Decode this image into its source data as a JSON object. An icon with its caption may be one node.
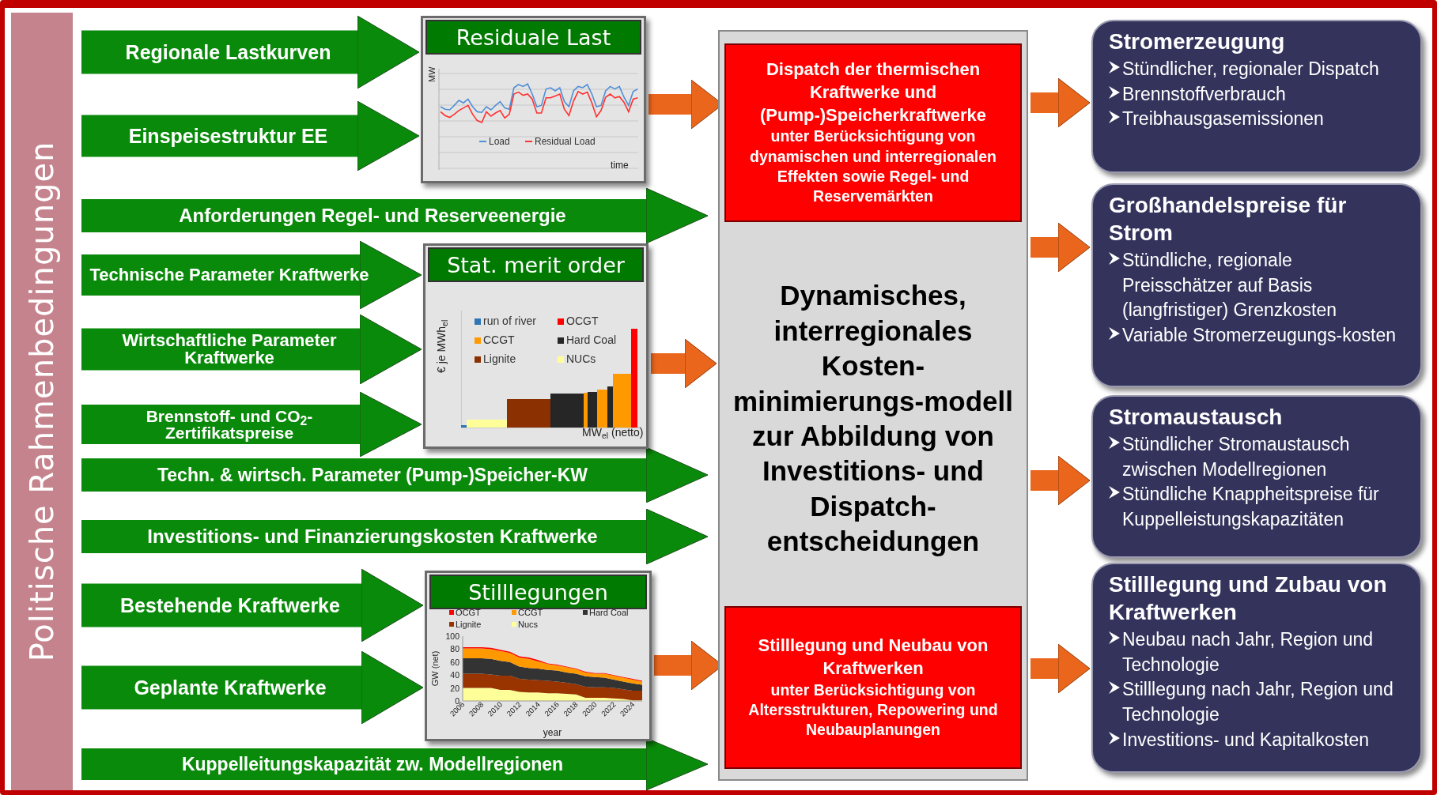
{
  "diagram": {
    "nodes": [
      {
        "text": [
          "Politische Rahmenbedingungen"
        ]
      },
      {
        "text": [
          "Residuale Last"
        ]
      },
      {
        "text": [
          "Stat. merit order"
        ]
      },
      {
        "text": [
          "Stilllegungen"
        ]
      },
      {
        "text": [
          "Dynamisches, interregionales Kosten-minimierungs-modell zur Abbildung von Investitions- und Dispatch-entscheidungen"
        ]
      },
      {
        "text": [
          "Dispatch der thermischen Kraftwerke und (Pump-)Speicherkraftwerke",
          "unter Berücksichtigung von dynamischen und interregionalen Effekten sowie Regel- und Reservemärkten"
        ],
        "in": 4
      },
      {
        "text": [
          "Stilllegung und Neubau von Kraftwerken",
          "unter Berücksichtigung von Altersstrukturen, Repowering und Neubauplanungen"
        ],
        "in": 4
      },
      {
        "text": [
          "Stromerzeugung",
          "Stündlicher, regionaler Dispatch",
          "Brennstoffverbrauch",
          "Treibhausgasemissionen"
        ]
      },
      {
        "text": [
          "Großhandelspreise für Strom",
          "Stündliche, regionale Preisschätzer auf Basis (langfristiger) Grenzkosten",
          "Variable Stromerzeugungs-kosten"
        ]
      },
      {
        "text": [
          "Stromaustausch",
          "Stündlicher Stromaustausch zwischen Modellregionen",
          "Stündliche Knappheitspreise für Kuppelleistungskapazitäten"
        ]
      },
      {
        "text": [
          "Stilllegung und Zubau von Kraftwerken",
          "Neubau nach Jahr, Region und Technologie",
          "Stilllegung nach Jahr, Region und Technologie",
          "Investitions- und Kapitalkosten"
        ]
      }
    ],
    "edges": [
      {
        "from": 0,
        "to": 1,
        "arrow": "to",
        "label": "Regionale Lastkurven"
      },
      {
        "from": 0,
        "to": 1,
        "arrow": "to",
        "label": "Einspeisestruktur EE"
      },
      {
        "from": 0,
        "to": 4,
        "arrow": "to",
        "label": "Anforderungen Regel- und Reserveenergie"
      },
      {
        "from": 0,
        "to": 2,
        "arrow": "to",
        "label": "Technische Parameter Kraftwerke"
      },
      {
        "from": 0,
        "to": 2,
        "arrow": "to",
        "label": "Wirtschaftliche Parameter Kraftwerke"
      },
      {
        "from": 0,
        "to": 2,
        "arrow": "to",
        "label": "Brennstoff- und CO$_{2}$-Zertifikatspreise"
      },
      {
        "from": 0,
        "to": 4,
        "arrow": "to",
        "label": "Techn. & wirtsch. Parameter (Pump-)Speicher-KW"
      },
      {
        "from": 0,
        "to": 4,
        "arrow": "to",
        "label": "Investitions- und Finanzierungskosten Kraftwerke"
      },
      {
        "from": 0,
        "to": 3,
        "arrow": "to",
        "label": "Bestehende Kraftwerke"
      },
      {
        "from": 0,
        "to": 3,
        "arrow": "to",
        "label": "Geplante Kraftwerke"
      },
      {
        "from": 0,
        "to": 4,
        "arrow": "to",
        "label": "Kuppelleitungskapazität zw. Modellregionen"
      },
      {
        "from": 1,
        "to": 5,
        "arrow": "to",
        "color": "#ea661c"
      },
      {
        "from": 2,
        "to": 4,
        "arrow": "to",
        "color": "#ea661c"
      },
      {
        "from": 3,
        "to": 6,
        "arrow": "to",
        "color": "#ea661c"
      },
      {
        "from": 4,
        "to": 7,
        "arrow": "to",
        "color": "#ea661c"
      },
      {
        "from": 4,
        "to": 8,
        "arrow": "to",
        "color": "#ea661c"
      },
      {
        "from": 4,
        "to": 9,
        "arrow": "to",
        "color": "#ea661c"
      },
      {
        "from": 4,
        "to": 10,
        "arrow": "to",
        "color": "#ea661c"
      }
    ],
    "labels": [
      "MW",
      "time",
      "€ je MWh$_{el}$",
      "MW$_{el}$ (netto)"
    ],
    "legend": [
      {
        "text": "Load"
      },
      {
        "text": "Residual Load"
      },
      {
        "text": "run of river",
        "color": "#2e75b6"
      },
      {
        "text": "OCGT",
        "color": "#ff0000"
      },
      {
        "text": "CCGT",
        "color": "#ff9900"
      },
      {
        "text": "Hard Coal",
        "color": "#262626"
      },
      {
        "text": "Lignite",
        "color": "#8b3000"
      },
      {
        "text": "NUCs",
        "color": "#ffff99"
      }
    ],
    "chart_data": {
      "type": "area",
      "stacked": true,
      "legend": "top",
      "xlabel": "year",
      "ylabel": "GW (net)",
      "x": [
        2006,
        2007,
        2008,
        2009,
        2010,
        2011,
        2012,
        2013,
        2014,
        2015,
        2016,
        2017,
        2018,
        2019,
        2020,
        2021,
        2022,
        2023,
        2024,
        2025
      ],
      "xlim": [
        2006,
        2025
      ],
      "ylim": [
        0,
        100
      ],
      "yticks": [
        0,
        20,
        40,
        60,
        80,
        100
      ],
      "xticks": [
        2006,
        2008,
        2010,
        2012,
        2014,
        2016,
        2018,
        2020,
        2022,
        2024
      ],
      "series": [
        {
          "name": "OCGT",
          "color": "#ff0000",
          "values": [
            2,
            2,
            2,
            2,
            2,
            2,
            2,
            2,
            2,
            1,
            1,
            1,
            1,
            1,
            1,
            1,
            1,
            1,
            1,
            1
          ]
        },
        {
          "name": "CCGT",
          "color": "#ff9900",
          "values": [
            15,
            15,
            15,
            15,
            15,
            14,
            14,
            14,
            11,
            9,
            8,
            8,
            7,
            6,
            5,
            6,
            6,
            6,
            6,
            5
          ]
        },
        {
          "name": "Hard Coal",
          "color": "#333333",
          "values": [
            24,
            24,
            24,
            24,
            23,
            21,
            19,
            18,
            18,
            17,
            17,
            16,
            16,
            16,
            16,
            15,
            13,
            12,
            11,
            9
          ]
        },
        {
          "name": "Lignite",
          "color": "#993300",
          "values": [
            22,
            22,
            22,
            21,
            22,
            22,
            20,
            20,
            19,
            19,
            18,
            17,
            16,
            17,
            16,
            16,
            16,
            15,
            15,
            15
          ]
        },
        {
          "name": "Nucs",
          "color": "#ffff99",
          "values": [
            20,
            20,
            20,
            20,
            17,
            17,
            14,
            13,
            13,
            12,
            12,
            11,
            10,
            5,
            5,
            5,
            4,
            3,
            1,
            1
          ]
        }
      ]
    }
  }
}
